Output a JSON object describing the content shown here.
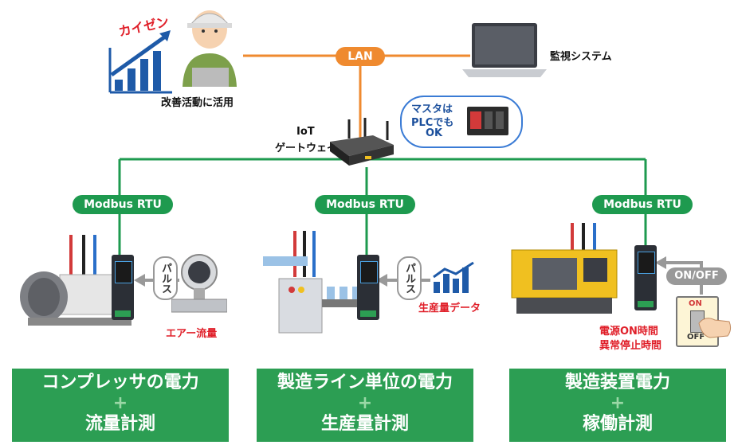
{
  "lan_label": "LAN",
  "monitor_label": "監視システム",
  "kaizen_label": "カイゼン",
  "improvement_label": "改善活動に活用",
  "gateway_label_1": "IoT",
  "gateway_label_2": "ゲートウェイ",
  "bubble": {
    "line1": "マスタは",
    "line2": "PLCでも",
    "line3": "OK"
  },
  "modbus_labels": [
    "Modbus RTU",
    "Modbus RTU",
    "Modbus RTU"
  ],
  "pulse_labels": [
    "パルス",
    "パルス"
  ],
  "air_flow_label": "エアー流量",
  "production_data_label": "生産量データ",
  "onoff_label": "ON/OFF",
  "switch_on": "ON",
  "switch_off": "OFF",
  "power_on_time_label": "電源ON時間",
  "abnormal_stop_label": "異常停止時間",
  "boxes": [
    {
      "title": "コンプレッサの電力",
      "plus": "+",
      "sub": "流量計測"
    },
    {
      "title": "製造ライン単位の電力",
      "plus": "+",
      "sub": "生産量計測"
    },
    {
      "title": "製造装置電力",
      "plus": "+",
      "sub": "稼働計測"
    }
  ],
  "colors": {
    "green": "#1e9a4f",
    "orange": "#ef8a2f",
    "red": "#e0202a"
  }
}
